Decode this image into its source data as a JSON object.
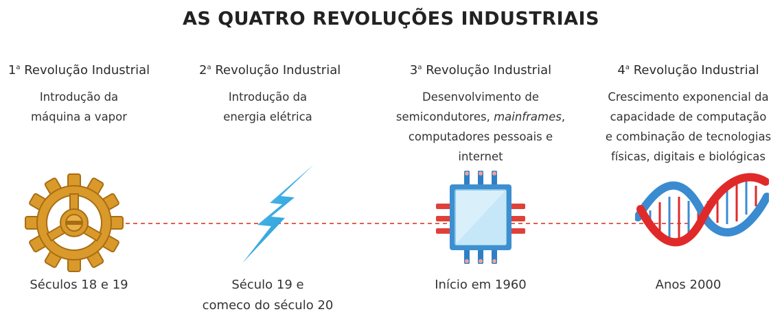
{
  "title": "AS QUATRO REVOLUÇÕES INDUSTRIAIS",
  "revolutions": [
    {
      "ordinal": "1",
      "sup": "a",
      "heading_rest": " Revolução Industrial",
      "description_lines": [
        "Introdução da",
        "máquina a vapor"
      ],
      "date_lines": [
        "Séculos 18 e 19"
      ],
      "icon": "gear-icon"
    },
    {
      "ordinal": "2",
      "sup": "a",
      "heading_rest": " Revolução Industrial",
      "description_lines": [
        "Introdução da",
        "energia elétrica"
      ],
      "date_lines": [
        "Século 19 e",
        "comeco do século 20"
      ],
      "icon": "lightning-bolt-icon"
    },
    {
      "ordinal": "3",
      "sup": "a",
      "heading_rest": " Revolução Industrial",
      "description_lines": [
        "Desenvolvimento de",
        "semicondutores, ",
        "mainframes",
        ",",
        "computadores pessoais e internet"
      ],
      "date_lines": [
        "Início em 1960"
      ],
      "icon": "microchip-icon"
    },
    {
      "ordinal": "4",
      "sup": "a",
      "heading_rest": " Revolução Industrial",
      "description_lines": [
        "Crescimento exponencial da",
        "capacidade de computação",
        "e combinação de tecnologias",
        "físicas, digitais e biológicas"
      ],
      "date_lines": [
        "Anos 2000"
      ],
      "icon": "dna-icon"
    }
  ],
  "colors": {
    "gear": "#d99a2b",
    "gear_dark": "#a86d12",
    "bolt": "#2aa6e0",
    "chip_body": "#3d8fd0",
    "chip_pins_blue": "#2f7fc4",
    "chip_pins_red": "#e0403a",
    "dna_blue": "#3a8bd0",
    "dna_red": "#e02a2a",
    "timeline": "#e0604a"
  }
}
